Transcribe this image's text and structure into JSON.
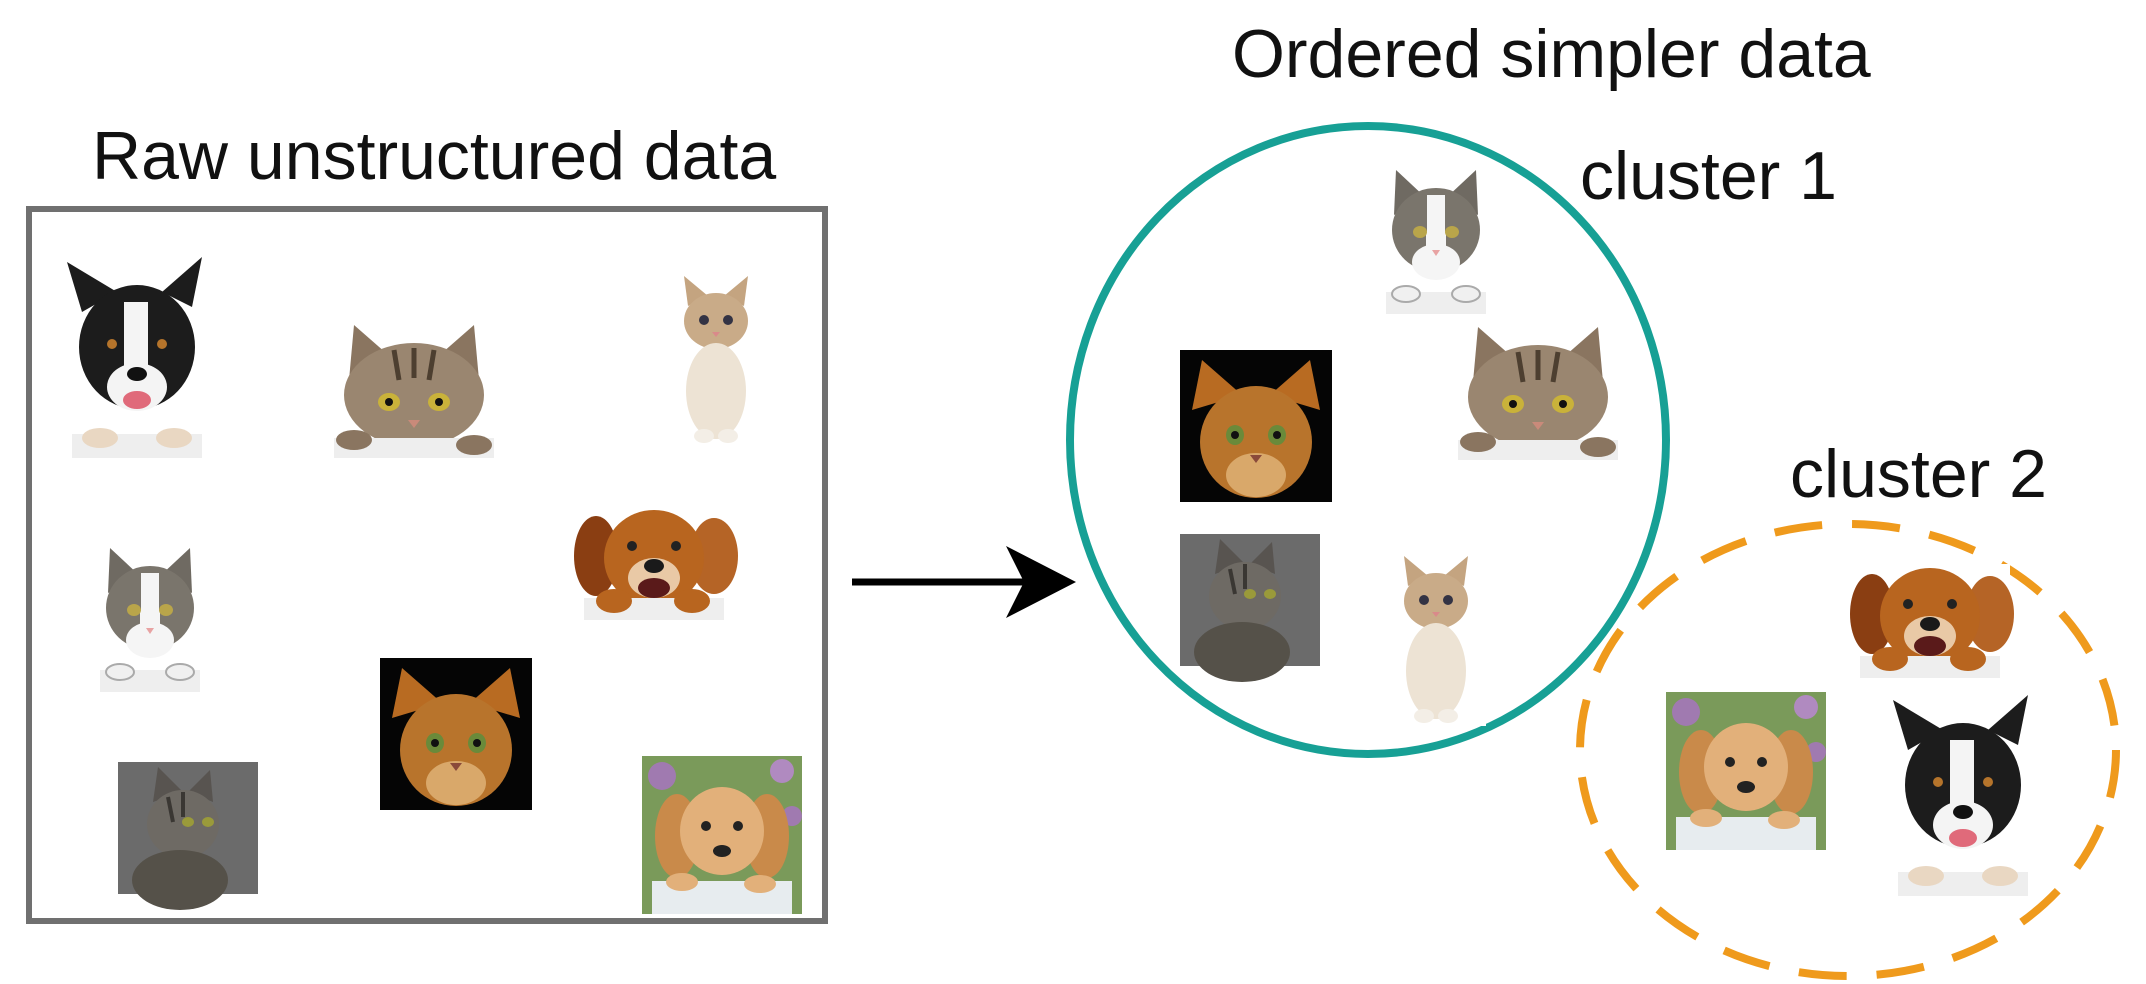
{
  "labels": {
    "raw_title": "Raw unstructured data",
    "ordered_title": "Ordered simpler data",
    "cluster1": "cluster 1",
    "cluster2": "cluster 2"
  },
  "colors": {
    "box_border": "#707070",
    "cluster1_circle": "#17a095",
    "cluster2_circle": "#ef9a1c",
    "arrow": "#000000"
  },
  "icons": {
    "raw": [
      "dog-black-white-icon",
      "tabby-cat-peeking-icon",
      "kitten-sitting-icon",
      "white-tabby-cat-icon",
      "brown-dog-peeking-icon",
      "abyssinian-cat-icon",
      "gray-cat-portrait-icon",
      "golden-puppy-icon"
    ],
    "cluster1": [
      "white-tabby-cat-icon",
      "abyssinian-cat-icon",
      "tabby-cat-peeking-icon",
      "gray-cat-portrait-icon",
      "kitten-sitting-icon"
    ],
    "cluster2": [
      "brown-dog-peeking-icon",
      "golden-puppy-icon",
      "dog-black-white-icon"
    ]
  }
}
